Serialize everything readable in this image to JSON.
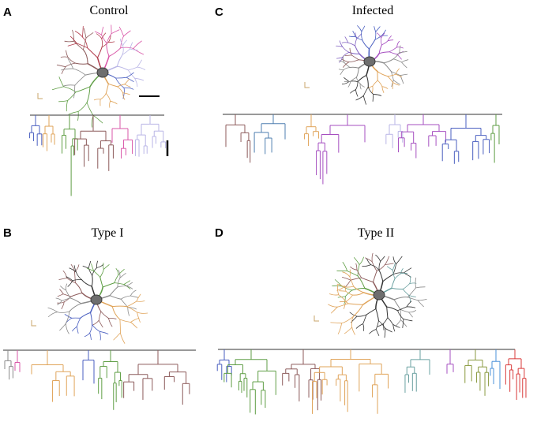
{
  "figure": {
    "panels": [
      {
        "id": "A",
        "label": "A",
        "title": "Control"
      },
      {
        "id": "C",
        "label": "C",
        "title": "Infected"
      },
      {
        "id": "B",
        "label": "B",
        "title": "Type I"
      },
      {
        "id": "D",
        "label": "D",
        "title": "Type II"
      }
    ]
  },
  "colors": {
    "brown": "#8c5a5a",
    "blue": "#4a5fc0",
    "orange": "#e0a45a",
    "green": "#5f9e45",
    "crimson": "#b03a4a",
    "pink": "#d957a8",
    "lavender": "#b9b5e6",
    "steel": "#4f7fb0",
    "purple": "#a64fc0",
    "gray": "#8a8a8a",
    "darkgray": "#333333",
    "teal": "#6aa0a0",
    "olive": "#8a9a40",
    "red": "#d93a3a",
    "violet": "#8060c0",
    "skyblue": "#4a90d9"
  },
  "icons": [
    "neuron-soma-icon"
  ]
}
